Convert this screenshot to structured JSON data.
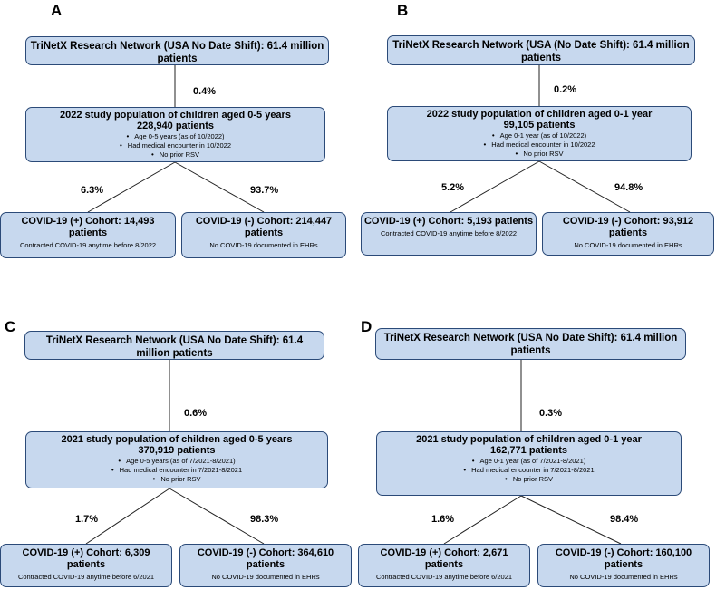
{
  "colors": {
    "box_fill": "#c7d8ee",
    "box_border": "#2b4a78"
  },
  "panels": [
    {
      "letter": "A",
      "top": "TriNetX Research Network (USA No Date Shift): 61.4 million patients",
      "pct_top": "0.4%",
      "mid_title": "2022 study population of children aged 0-5 years",
      "mid_count": "228,940 patients",
      "criteria": [
        "Age 0-5 years (as of 10/2022)",
        "Had medical encounter in 10/2022",
        "No prior RSV"
      ],
      "pct_left": "6.3%",
      "pct_right": "93.7%",
      "left_title": "COVID-19 (+) Cohort: 14,493 patients",
      "left_note": "Contracted COVID-19 anytime before 8/2022",
      "right_title": "COVID-19 (-) Cohort: 214,447 patients",
      "right_note": "No COVID-19 documented in EHRs"
    },
    {
      "letter": "B",
      "top": "TriNetX Research Network (USA (No Date Shift): 61.4 million patients",
      "pct_top": "0.2%",
      "mid_title": "2022 study population of children aged 0-1 year",
      "mid_count": "99,105 patients",
      "criteria": [
        "Age 0-1 year (as of 10/2022)",
        "Had medical encounter in 10/2022",
        "No prior RSV"
      ],
      "pct_left": "5.2%",
      "pct_right": "94.8%",
      "left_title": "COVID-19 (+) Cohort: 5,193 patients",
      "left_note": "Contracted COVID-19 anytime before 8/2022",
      "right_title": "COVID-19 (-) Cohort: 93,912 patients",
      "right_note": "No COVID-19 documented in EHRs"
    },
    {
      "letter": "C",
      "top": "TriNetX Research Network (USA No Date Shift): 61.4 million patients",
      "pct_top": "0.6%",
      "mid_title": "2021 study population of children aged 0-5 years",
      "mid_count": "370,919 patients",
      "criteria": [
        "Age 0-5 years (as of 7/2021-8/2021)",
        "Had medical encounter in 7/2021-8/2021",
        "No prior RSV"
      ],
      "pct_left": "1.7%",
      "pct_right": "98.3%",
      "left_title": "COVID-19 (+) Cohort: 6,309 patients",
      "left_note": "Contracted COVID-19 anytime before 6/2021",
      "right_title": "COVID-19 (-) Cohort: 364,610 patients",
      "right_note": "No COVID-19 documented in EHRs"
    },
    {
      "letter": "D",
      "top": "TriNetX Research Network (USA No Date Shift): 61.4 million patients",
      "pct_top": "0.3%",
      "mid_title": "2021 study population of children aged 0-1 year",
      "mid_count": "162,771 patients",
      "criteria": [
        "Age 0-1 year (as of 7/2021-8/2021)",
        "Had medical encounter in 7/2021-8/2021",
        "No prior RSV"
      ],
      "pct_left": "1.6%",
      "pct_right": "98.4%",
      "left_title": "COVID-19 (+) Cohort: 2,671 patients",
      "left_note": "Contracted COVID-19 anytime before 6/2021",
      "right_title": "COVID-19 (-) Cohort: 160,100 patients",
      "right_note": "No COVID-19 documented in EHRs"
    }
  ]
}
